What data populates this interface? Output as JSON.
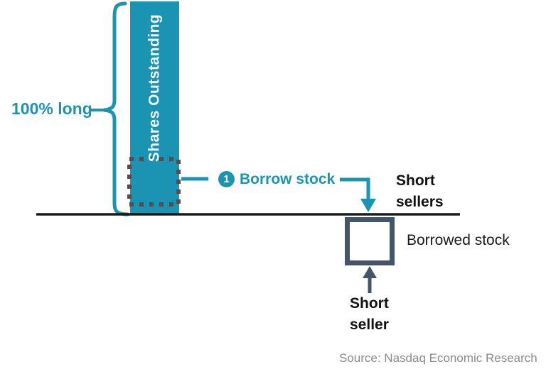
{
  "labels": {
    "bar": "Shares Outstanding",
    "brace": "100% long",
    "step1_number": "1",
    "step1": "Borrow stock",
    "short_sellers_line1": "Short",
    "short_sellers_line2": "sellers",
    "borrowed_stock": "Borrowed stock",
    "short_seller_line1": "Short",
    "short_seller_line2": "seller",
    "source": "Source: Nasdaq Economic Research"
  },
  "colors": {
    "teal": "#1b94b4",
    "slate": "#44546a",
    "dot": "#564a4a",
    "line": "#1a1a1a",
    "source_gray": "#8b8b8b",
    "bar_text": "#eef7fa"
  },
  "diagram_description": "Short selling mechanics: a portion of shares outstanding (100% long) is borrowed (step 1) and delivered below the line to short sellers as borrowed stock held by the short seller."
}
